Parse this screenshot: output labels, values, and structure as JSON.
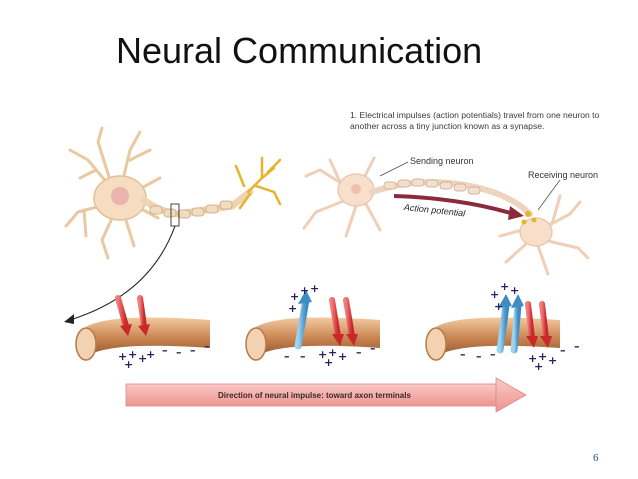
{
  "slide": {
    "title": "Neural Communication",
    "page_number": "6"
  },
  "diagram": {
    "caption": "1. Electrical impulses (action potentials) travel from one neuron to another across a tiny junction known as a synapse.",
    "sending_label": "Sending neuron",
    "receiving_label": "Receiving neuron",
    "action_potential_label": "Action potential",
    "direction_label": "Direction of neural impulse: toward axon terminals"
  },
  "colors": {
    "neuron_fill": "#f5d9b8",
    "axon": "#c98a5a",
    "dendrite_yellow": "#e8b820",
    "channel_red": "#e03a3a",
    "channel_blue": "#5aa8d8",
    "arrow_pink": "#f4a9a6",
    "ion_text": "#2a2060"
  }
}
